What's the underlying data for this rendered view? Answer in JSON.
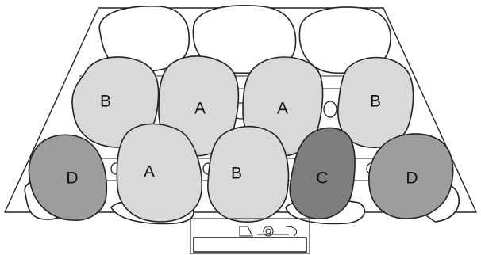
{
  "rocks": [
    {
      "label": "B"
    },
    {
      "label": "A"
    },
    {
      "label": "A"
    },
    {
      "label": "B"
    },
    {
      "label": "D"
    },
    {
      "label": "A"
    },
    {
      "label": "B"
    },
    {
      "label": "C"
    },
    {
      "label": "D"
    }
  ],
  "fills": {
    "A": "#d9d9d9",
    "B": "#d9d9d9",
    "C": "#7e7e7e",
    "D": "#9d9d9d",
    "background_rock": "#ffffff"
  }
}
